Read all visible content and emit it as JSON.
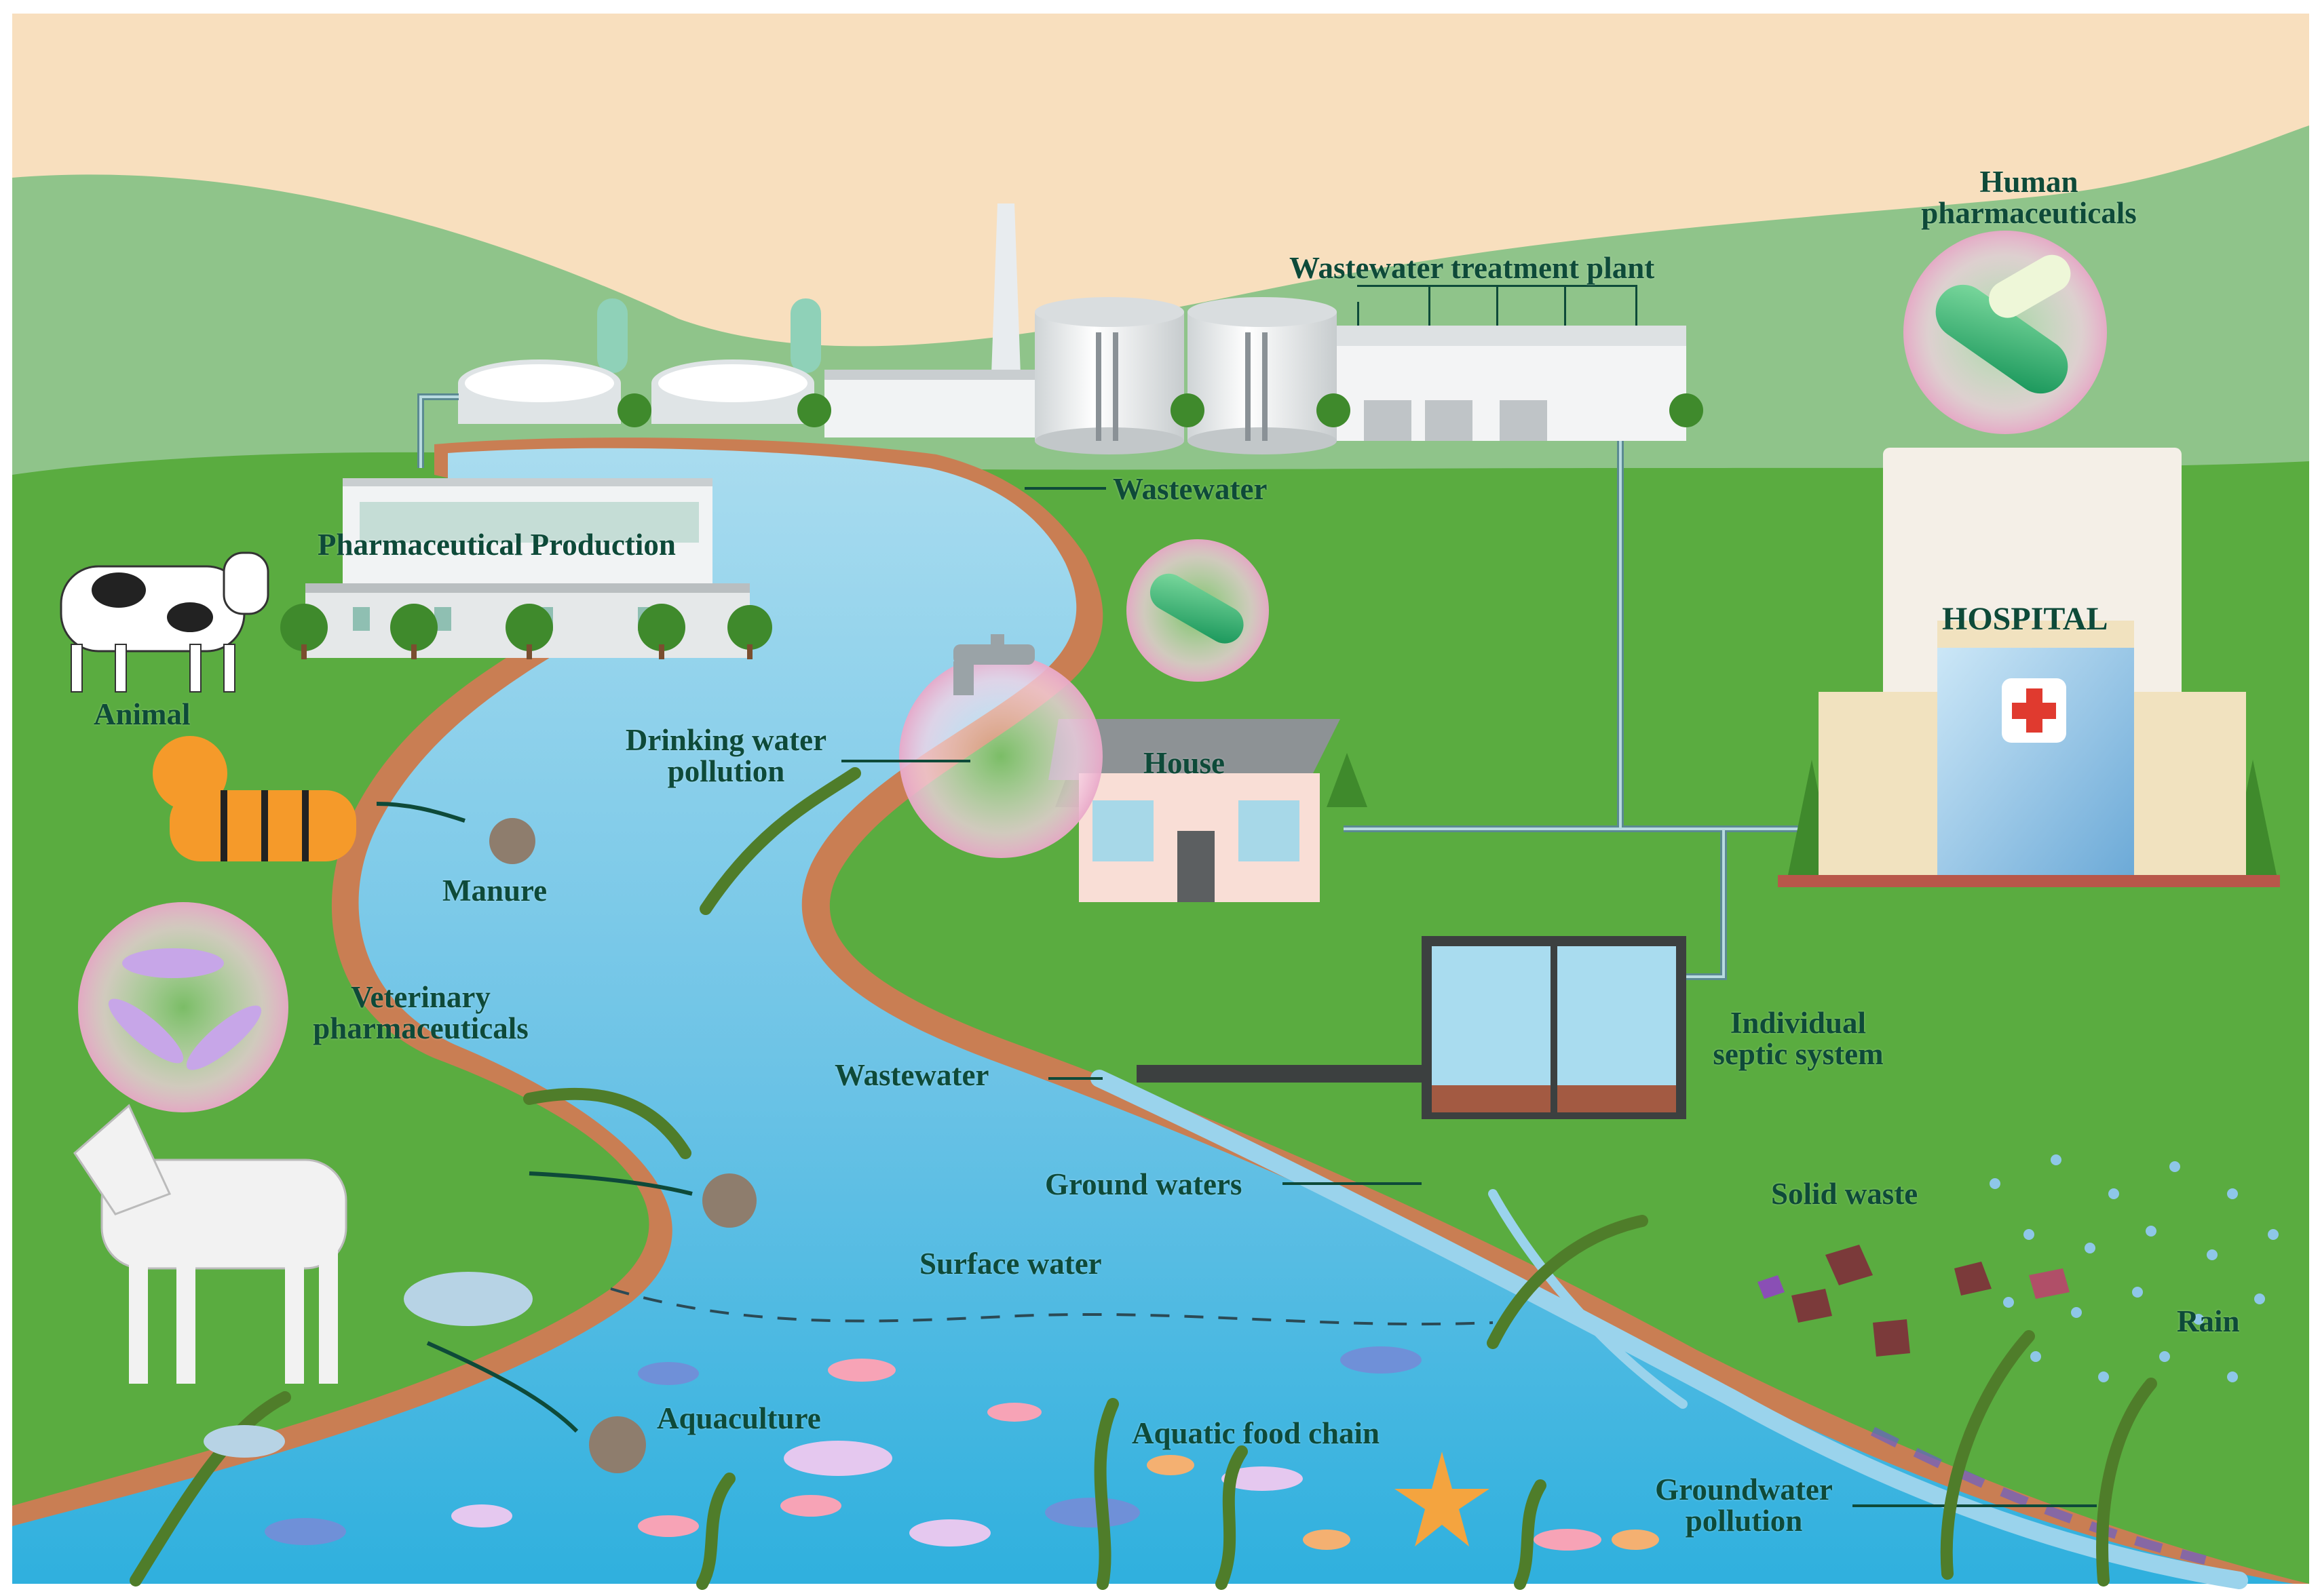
{
  "colors": {
    "sky": "#f8dfbe",
    "hills": "#8fc48a",
    "grass": "#5aac40",
    "river_bank": "#c97e53",
    "river_water": "#7cc9e6",
    "deep_water": "#35b3de",
    "label": "#0e4a39",
    "pipe": "#5b8a92"
  },
  "labels": {
    "wastewater_treatment_plant": "Wastewater treatment plant",
    "human_pharmaceuticals_line1": "Human",
    "human_pharmaceuticals_line2": "pharmaceuticals",
    "pharmaceutical_production": "Pharmaceutical Production",
    "wastewater_top": "Wastewater",
    "animal": "Animal",
    "hospital": "HOSPITAL",
    "drinking_water_line1": "Drinking water",
    "drinking_water_line2": "pollution",
    "house": "House",
    "manure": "Manure",
    "veterinary_line1": "Veterinary",
    "veterinary_line2": "pharmaceuticals",
    "individual_septic_line1": "Individual",
    "individual_septic_line2": "septic system",
    "wastewater_septic": "Wastewater",
    "ground_waters": "Ground waters",
    "solid_waste": "Solid waste",
    "surface_water": "Surface water",
    "rain": "Rain",
    "aquaculture": "Aquaculture",
    "aquatic_food_chain": "Aquatic food chain",
    "groundwater_pollution_line1": "Groundwater",
    "groundwater_pollution_line2": "pollution"
  },
  "icons": [
    "cow-icon",
    "tiger-icon",
    "horse-icon",
    "capsule-bubble-icon",
    "tap-icon",
    "hospital-cross-icon",
    "fish-icon",
    "shrimp-icon",
    "starfish-icon",
    "manure-icon",
    "raindrop-icon",
    "tree-icon",
    "septic-tank-icon",
    "pipe-outlet-icon"
  ]
}
